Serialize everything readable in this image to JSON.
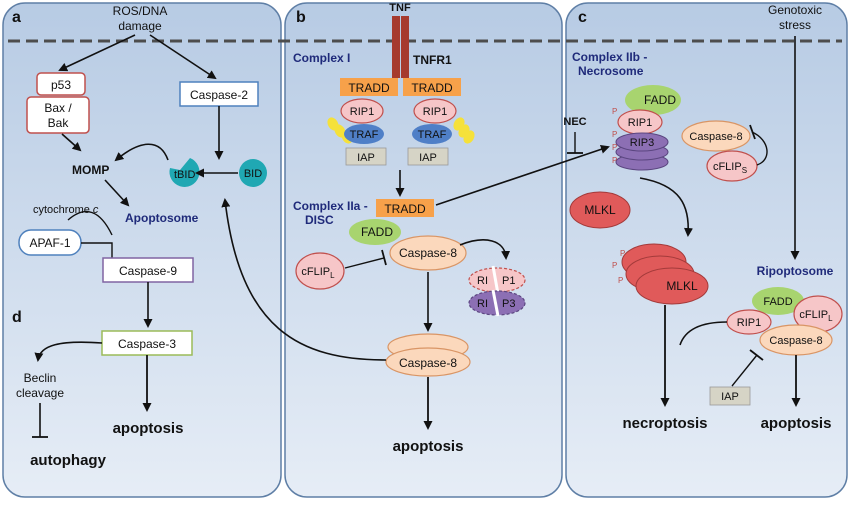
{
  "panels": {
    "a": {
      "letter": "a",
      "ros_1": "ROS/DNA",
      "ros_2": "damage",
      "p53": "p53",
      "bax_1": "Bax /",
      "bax_2": "Bak",
      "caspase2": "Caspase-2",
      "momp": "MOMP",
      "tbid": "tBID",
      "bid": "BID",
      "cytochrome_prefix": "cytochrome ",
      "cytochrome_c": "c",
      "apoptosome": "Apoptosome",
      "apaf1": "APAF-1",
      "caspase9": "Caspase-9",
      "caspase3": "Caspase-3",
      "apoptosis": "apoptosis"
    },
    "d": {
      "letter": "d",
      "beclin_1": "Beclin",
      "beclin_2": "cleavage",
      "autophagy": "autophagy"
    },
    "b": {
      "letter": "b",
      "tnf": "TNF",
      "tnfr1": "TNFR1",
      "complex1": "Complex I",
      "tradd": "TRADD",
      "rip1": "RIP1",
      "traf": "TRAF",
      "iap": "IAP",
      "complex2a_1": "Complex IIa -",
      "complex2a_2": "DISC",
      "fadd": "FADD",
      "caspase8": "Caspase-8",
      "cflip": "cFLIP",
      "cflip_sub": "L",
      "rip1_split_a": "RI",
      "rip1_split_b": "P1",
      "rip3_split_a": "RI",
      "rip3_split_b": "P3",
      "apoptosis": "apoptosis"
    },
    "c": {
      "letter": "c",
      "genotoxic_1": "Genotoxic",
      "genotoxic_2": "stress",
      "complex2b_1": "Complex IIb -",
      "complex2b_2": "Necrosome",
      "nec": "NEC",
      "fadd": "FADD",
      "rip1": "RIP1",
      "rip3": "RIP3",
      "caspase8": "Caspase-8",
      "cflip": "cFLIP",
      "cflip_s_sub": "S",
      "mlkl": "MLKL",
      "p": "P",
      "ripoptosome": "Ripoptosome",
      "cflip_l_sub": "L",
      "iap": "IAP",
      "necroptosis": "necroptosis",
      "apoptosis": "apoptosis"
    }
  },
  "colors": {
    "panel_fill_top": "#b9cde6",
    "panel_fill_bottom": "#e3ebf5",
    "panel_stroke": "#5f7fa6",
    "membrane": "#4d4d4d",
    "receptor": "#a63a2e",
    "tradd": "#f7a14a",
    "rip1_fill": "#f6c6c8",
    "rip1_stroke": "#c0504d",
    "traf": "#4f7fc7",
    "ubiquitin": "#f5e13a",
    "iap": "#d6d4c6",
    "fadd": "#a8d46f",
    "caspase8": "#fbd8bc",
    "caspase8_stroke": "#d99565",
    "rip3": "#8c6fb4",
    "mlkl": "#e05a5a",
    "bid": "#20a8b3",
    "navy_text": "#1f2a7a",
    "box_p53": "#c0504d",
    "box_casp2": "#4f81bd",
    "box_casp9": "#8064a2",
    "box_casp3": "#9bbb59"
  }
}
